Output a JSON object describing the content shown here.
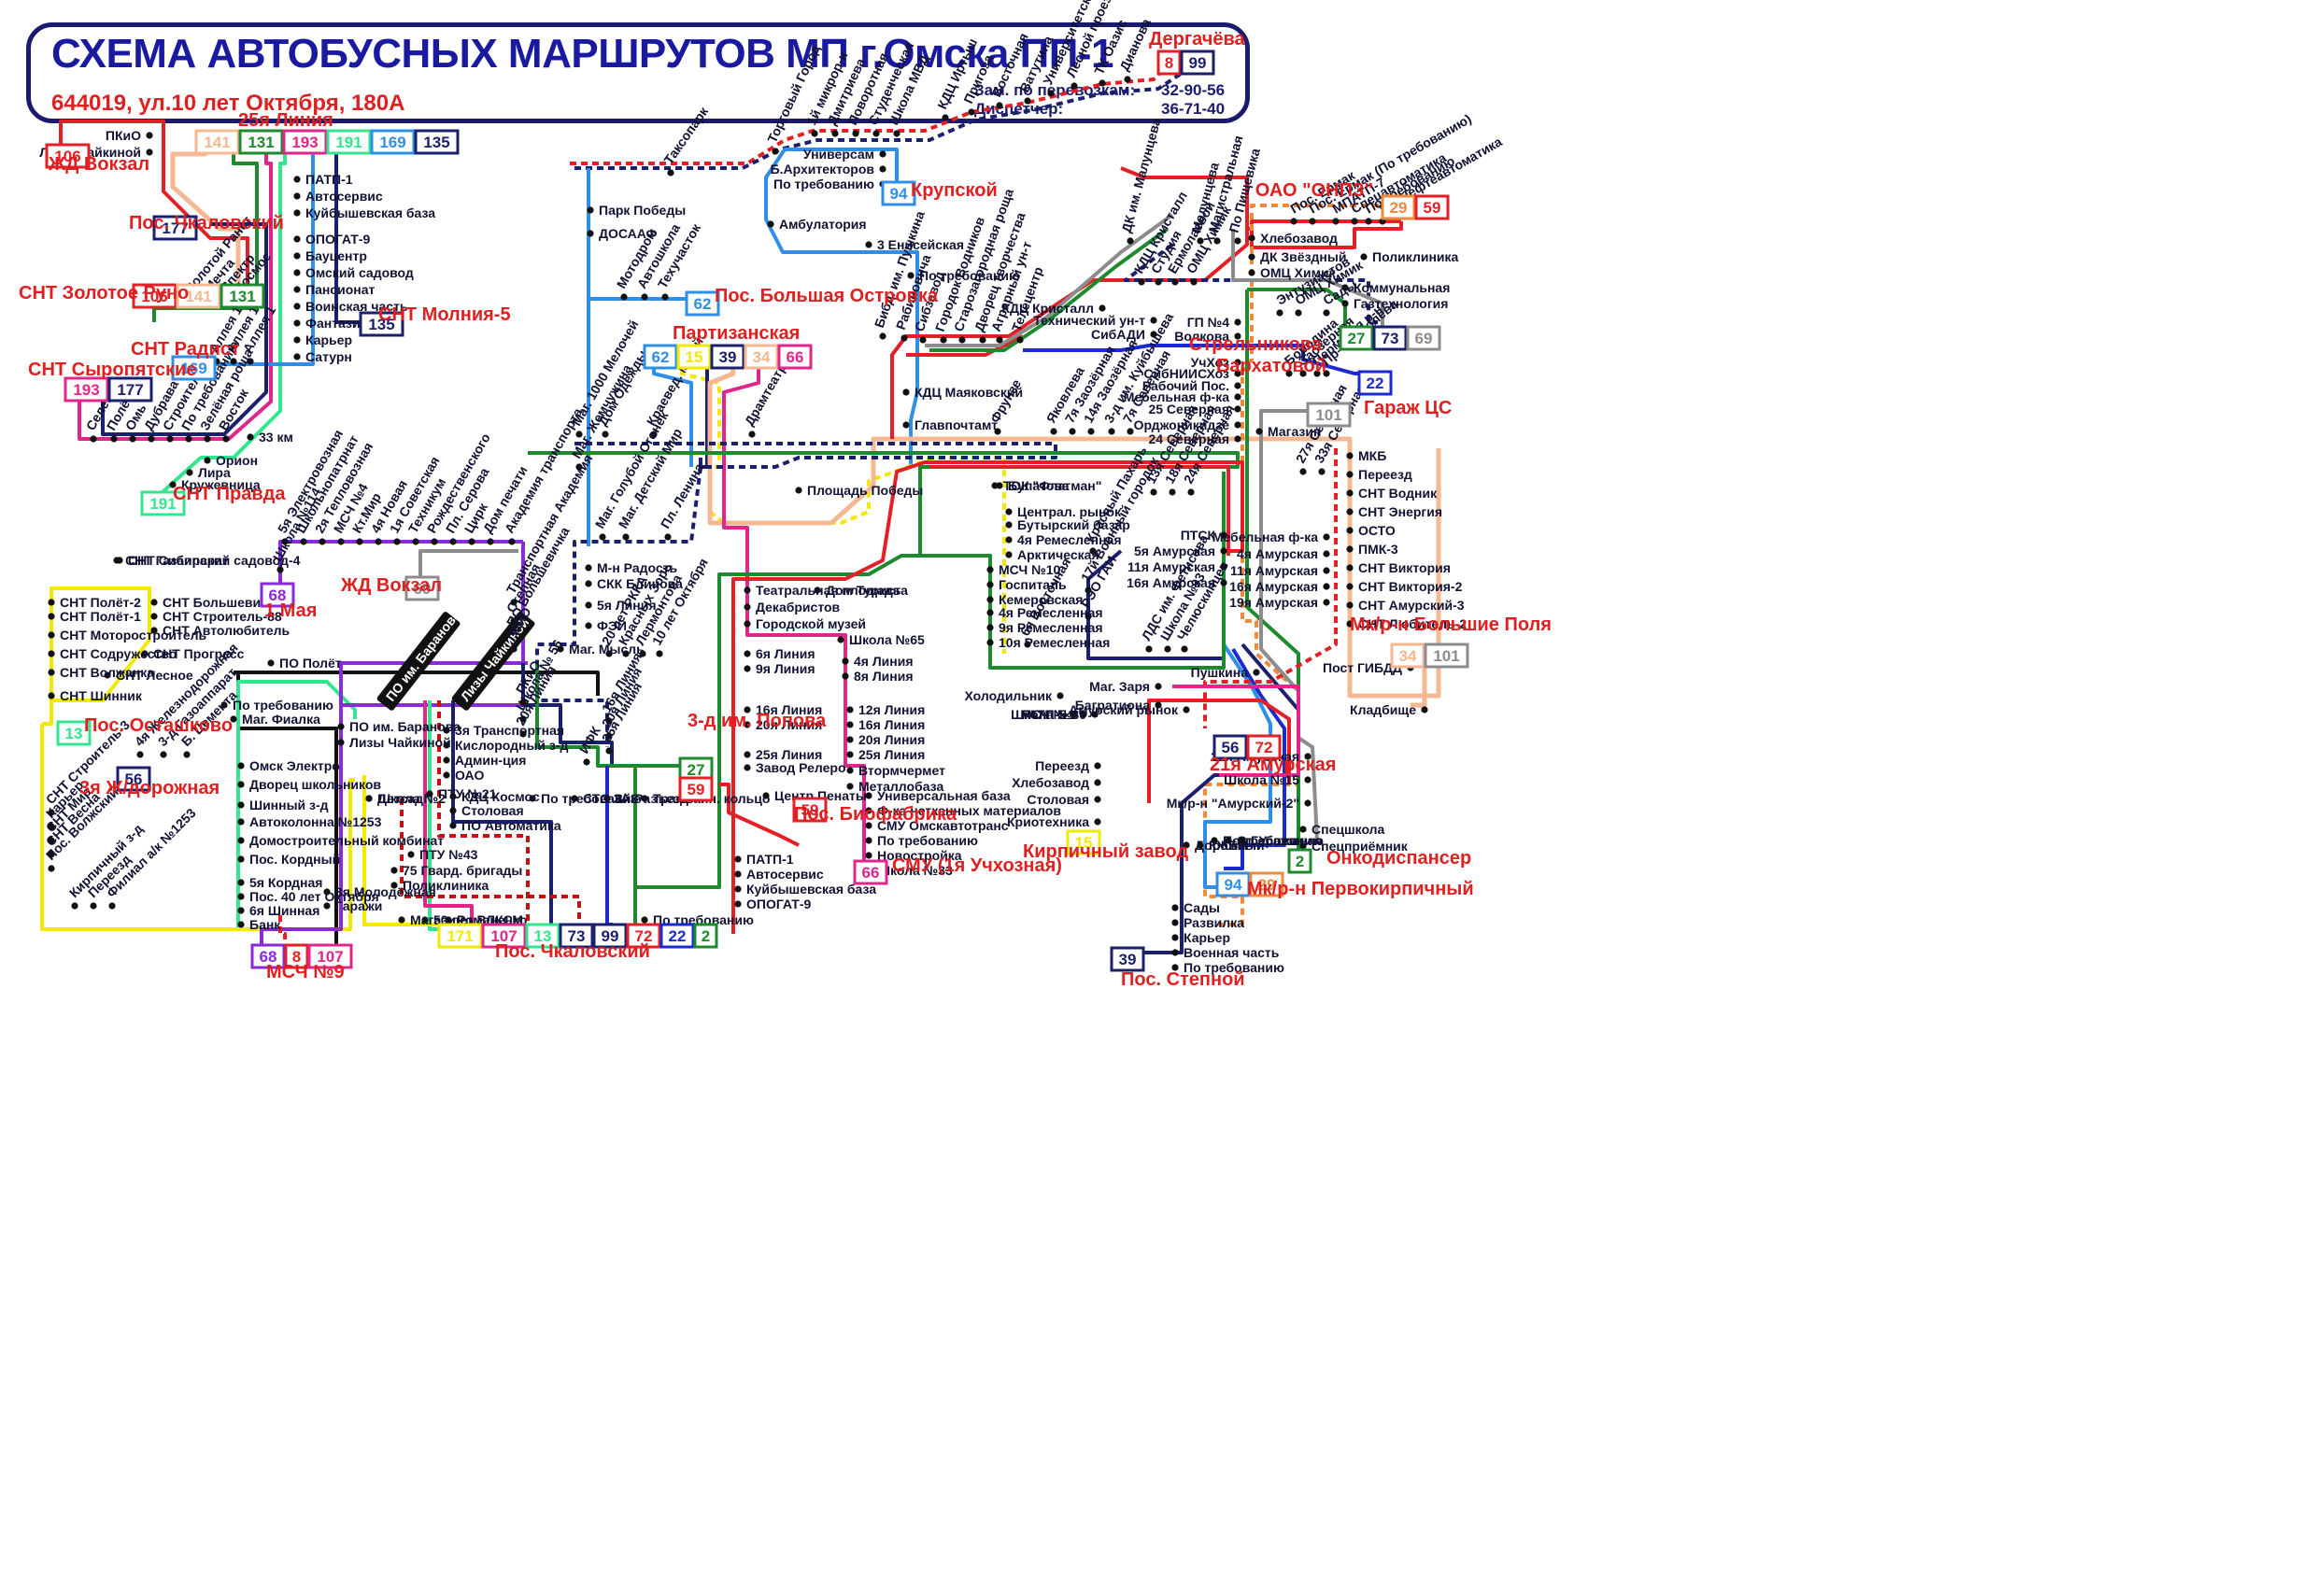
{
  "header": {
    "title": "СХЕМА АВТОБУСНЫХ МАРШРУТОВ МП г.Омска ПП-1",
    "address": "644019, ул.10 лет Октября, 180А",
    "phone1_label": "Зам. по перевозкам:",
    "phone1_value": "32-90-56",
    "phone2_label": "Диспетчер:",
    "phone2_value": "36-71-40"
  },
  "colors": {
    "red": "#e41f26",
    "navy": "#1a1f6e",
    "green": "#1e8a2e",
    "blue": "#1a2ad0",
    "sky": "#2f8fe8",
    "pink": "#e0268a",
    "mint": "#32e68e",
    "peach": "#f5b892",
    "gray": "#8c8c8c",
    "purple": "#8a2ad8",
    "yellow": "#f2e800",
    "orange": "#f08a3a",
    "dkred": "#c41010",
    "black": "#111111",
    "cyan": "#1ab5e8"
  },
  "terminals": [
    {
      "label": "ЖД Вокзал",
      "routes": [
        {
          "num": "106",
          "color": "red"
        }
      ]
    },
    {
      "label": "25я Линия",
      "routes": [
        {
          "num": "141",
          "color": "peach"
        },
        {
          "num": "131",
          "color": "green"
        },
        {
          "num": "193",
          "color": "pink"
        },
        {
          "num": "191",
          "color": "mint"
        },
        {
          "num": "169",
          "color": "sky"
        },
        {
          "num": "135",
          "color": "navy"
        }
      ]
    },
    {
      "label": "Пос. Чкаловский",
      "routes": [
        {
          "num": "177",
          "color": "navy"
        }
      ]
    },
    {
      "label": "СНТ Золотое Руно",
      "routes": [
        {
          "num": "106",
          "color": "red"
        },
        {
          "num": "141",
          "color": "peach"
        },
        {
          "num": "131",
          "color": "green"
        }
      ]
    },
    {
      "label": "СНТ Молния-5",
      "routes": [
        {
          "num": "135",
          "color": "navy"
        }
      ]
    },
    {
      "label": "СНТ Радист",
      "routes": [
        {
          "num": "169",
          "color": "sky"
        }
      ]
    },
    {
      "label": "СНТ Сыропятские",
      "routes": [
        {
          "num": "193",
          "color": "pink"
        },
        {
          "num": "177",
          "color": "navy"
        }
      ]
    },
    {
      "label": "СНТ Правда",
      "routes": [
        {
          "num": "191",
          "color": "mint"
        }
      ]
    },
    {
      "label": "Дергачёва",
      "routes": [
        {
          "num": "8",
          "color": "red"
        },
        {
          "num": "99",
          "color": "navy"
        }
      ]
    },
    {
      "label": "Крупской",
      "routes": [
        {
          "num": "94",
          "color": "sky"
        }
      ]
    },
    {
      "label": "ОАО \"ОНПЗ\"",
      "routes": [
        {
          "num": "29",
          "color": "orange"
        },
        {
          "num": "59",
          "color": "red"
        }
      ]
    },
    {
      "label": "Пос. Большая Островка",
      "routes": [
        {
          "num": "62",
          "color": "sky"
        }
      ]
    },
    {
      "label": "Партизанская",
      "routes": [
        {
          "num": "62",
          "color": "sky"
        },
        {
          "num": "15",
          "color": "yellow"
        },
        {
          "num": "39",
          "color": "navy"
        },
        {
          "num": "34",
          "color": "peach"
        },
        {
          "num": "66",
          "color": "pink"
        }
      ]
    },
    {
      "label": "Стрельникова",
      "routes": [
        {
          "num": "27",
          "color": "green"
        },
        {
          "num": "73",
          "color": "navy"
        },
        {
          "num": "69",
          "color": "gray"
        }
      ]
    },
    {
      "label": "Бархатовой",
      "routes": [
        {
          "num": "22",
          "color": "blue"
        }
      ]
    },
    {
      "label": "Гараж ЦС",
      "routes": [
        {
          "num": "101",
          "color": "gray"
        }
      ]
    },
    {
      "label": "1 Мая",
      "routes": [
        {
          "num": "68",
          "color": "purple"
        }
      ]
    },
    {
      "label": "ЖД Вокзал",
      "routes": [
        {
          "num": "69",
          "color": "gray"
        }
      ]
    },
    {
      "label": "Пос. Осташково",
      "routes": [
        {
          "num": "13",
          "color": "mint"
        }
      ]
    },
    {
      "label": "3я Ж/дорожная",
      "routes": [
        {
          "num": "56",
          "color": "navy"
        }
      ]
    },
    {
      "label": "Мк/р-н Большие Поля",
      "routes": [
        {
          "num": "34",
          "color": "peach"
        },
        {
          "num": "101",
          "color": "gray"
        }
      ]
    },
    {
      "label": "3-д им. Попова",
      "routes": [
        {
          "num": "27",
          "color": "green"
        }
      ]
    },
    {
      "label": "Пос. Биофабрика",
      "routes": [
        {
          "num": "59",
          "color": "red"
        }
      ]
    },
    {
      "label": "",
      "routes": [
        {
          "num": "59",
          "color": "red"
        }
      ]
    },
    {
      "label": "СМУ (1я Учхозная)",
      "routes": [
        {
          "num": "66",
          "color": "pink"
        }
      ]
    },
    {
      "label": "21я Амурская",
      "routes": [
        {
          "num": "56",
          "color": "navy"
        },
        {
          "num": "72",
          "color": "red"
        }
      ]
    },
    {
      "label": "Кирпичный завод",
      "routes": [
        {
          "num": "15",
          "color": "yellow"
        }
      ]
    },
    {
      "label": "Онкодиспансер",
      "routes": [
        {
          "num": "2",
          "color": "green"
        }
      ]
    },
    {
      "label": "Мк/р-н Первокирпичный",
      "routes": [
        {
          "num": "94",
          "color": "sky"
        },
        {
          "num": "29",
          "color": "orange"
        }
      ]
    },
    {
      "label": "Пос. Степной",
      "routes": [
        {
          "num": "39",
          "color": "navy"
        }
      ]
    },
    {
      "label": "Пос. Чкаловский",
      "routes": [
        {
          "num": "171",
          "color": "yellow"
        },
        {
          "num": "107",
          "color": "pink"
        },
        {
          "num": "13",
          "color": "mint"
        },
        {
          "num": "73",
          "color": "navy"
        },
        {
          "num": "99",
          "color": "navy"
        },
        {
          "num": "72",
          "color": "red"
        },
        {
          "num": "22",
          "color": "blue"
        },
        {
          "num": "2",
          "color": "green"
        }
      ]
    },
    {
      "label": "МСЧ №9",
      "routes": [
        {
          "num": "68",
          "color": "purple"
        },
        {
          "num": "8",
          "color": "red"
        },
        {
          "num": "107",
          "color": "pink"
        }
      ]
    }
  ],
  "stop_groups": {
    "nw_top": [
      "ПКиО",
      "Лизы Чайкиной"
    ],
    "nw_column": [
      "ПАТП-1",
      "Автосервис",
      "Куйбышевская база",
      "ОПОГАТ-9",
      "Бауцентр",
      "Омский садовод",
      "Пансионат",
      "Воинская часть",
      "Фантазия",
      "Карьер",
      "Сатурн"
    ],
    "nw_diag1": [
      "Золотой Ранет",
      "Мечта",
      "Спектр",
      "Космос"
    ],
    "nw_diag2": [
      "Аллея 15",
      "Аллея 10",
      "Аллея 1"
    ],
    "nw_diag3": [
      "Селена",
      "Полёт",
      "Омь",
      "Дубрава",
      "Строитель",
      "По требованию",
      "Зелёная роща",
      "Восток"
    ],
    "nw_tail": [
      "33 км",
      "Орион",
      "Лира",
      "Кружевница"
    ],
    "n_diag": [
      "Торговый Город",
      "1й микрор-н",
      "Дмитриева",
      "Поворотная",
      "Студенческая",
      "Школа МВД",
      "КДЦ Иртыш",
      "Пригоза",
      "Восточная",
      "Ватутина",
      "Университетская",
      "Лесной проезд",
      "ТК Оазис",
      "Дианова"
    ],
    "n_taksopark": [
      "Таксопарк"
    ],
    "n_krupskoy": [
      "Универсам",
      "Б.Архитекторов",
      "По требованию"
    ],
    "n_center": [
      "Парк Победы",
      "ДОСААФ",
      "Амбулатория",
      "3 Енисейская",
      "По требованию"
    ],
    "n_ostrovka": [
      "Мотодром",
      "Автошкола",
      "Техучасток"
    ],
    "c_diag": [
      "Дом Одежды",
      "Краевед. музей",
      "Драмтеатр",
      "Маг. 1000 Мелочей",
      "Маг. Жемчужина"
    ],
    "c_diag2": [
      "Маг. Голубой Огонёк",
      "Маг. Детский Мир",
      "Пл. Ленина"
    ],
    "c_col": [
      "М-н Радость",
      "СКК Блинова",
      "5я Линия",
      "ФЭИ",
      "Маг. Мысль"
    ],
    "c_east": [
      "КДЦ Маяковский",
      "Главпочтамт",
      "Площадь Победы"
    ],
    "ne_diag1": [
      "Бибд. им. Пушкина",
      "Рабиновича",
      "Сибзавод",
      "Городок Водников",
      "Старозагородная роща",
      "Дворец творчества",
      "Аграрный ун-т",
      "Телецентр"
    ],
    "ne_diag2": [
      "Фрунзе",
      "Яковлева",
      "7я Заозёрная",
      "14я Заозёрная",
      "3-д им. Куйбышева",
      "7я Северная"
    ],
    "ne_malunc": [
      "ДК им. Малунцева",
      "Малунцева",
      "Магистральная",
      "По Пищевика"
    ],
    "ne_kdc": [
      "КДЦ Кристалл",
      "Студия",
      "Ермолаевой",
      "ОМЦ Химик"
    ],
    "ne_north": [
      "Пос. Ермак",
      "Пос. Ермак (По требованию)",
      "МПАТП-7",
      "Спецавтоматика",
      "По требованию",
      "ПО Нефтеавтоматика"
    ],
    "ne_list": [
      "Хлебозавод",
      "Поликлиника",
      "ДК Звёздный",
      "ОМЦ Химик",
      "Коммунальная",
      "Газтехнология"
    ],
    "ne_sady": [
      "Энтузиастов",
      "ОМЦ Химик",
      "Сады"
    ],
    "e_col1": [
      "КДЦ Кристалл",
      "Технический ун-т",
      "СибАДИ",
      "ГП №4",
      "Волкова",
      "УчХоз",
      "СибНИИСХоз",
      "Рабочий Пос.",
      "Мебельная ф-ка",
      "25 Северная",
      "Орджоникидзе",
      "24 Северная"
    ],
    "e_barkh": [
      "Бородина",
      "Заозерная",
      "Пермская р-н",
      "Пр-т Королёва"
    ],
    "e_garazh": [
      "Магазин"
    ],
    "e_right": [
      "МКБ",
      "Переезд",
      "СНТ Водник",
      "СНТ Энергия",
      "ОСТО",
      "ПМК-3",
      "СНТ Виктория",
      "СНТ Виктория-2",
      "СНТ Амурский-3",
      "СНТ Любитель-2"
    ],
    "e_amur": [
      "Мебельная ф-ка",
      "4я Амурская",
      "11я Амурская",
      "16я Амурская",
      "19я Амурская",
      "Пост ГИБДД",
      "Кладбище"
    ],
    "e_sev": [
      "27я Северная",
      "33я Северная"
    ],
    "m_sev": [
      "13я Северная",
      "18я Северная",
      "24я Северная"
    ],
    "m_amur": [
      "ПТСК",
      "5я Амурская",
      "11я Амурская",
      "16я Амурская"
    ],
    "m_flagman": [
      "ТОК \"Флагман\"",
      "Булатова",
      "Централ. рынок",
      "Бутырский базар",
      "4я Ремесленная",
      "Арктическая",
      "МСЧ №10",
      "Госпиталь",
      "Кемеровская",
      "4я Ремесленная",
      "9я Ремесленная",
      "10я Ремесленная"
    ],
    "m_red": [
      "Красный Пахарь",
      "6я Восточная",
      "17й Военный городок",
      "РЭО ГАИ",
      "ЛДС им. Фетисова",
      "Школа №93",
      "Челюскинцев"
    ],
    "m_south": [
      "Холодильник",
      "ГАТП-5",
      "МСЧ №1",
      "Школа №30",
      "Переезд",
      "Хлебозавод",
      "Столовая",
      "Криотехника"
    ],
    "m_zarya": [
      "Маг. Заря",
      "Багратиона",
      "Амурский рынок",
      "Пушкина",
      "21я Амурская",
      "Школа №15",
      "Мк/р-н \"Амурский-2\""
    ],
    "s_east": [
      "Спецшкола",
      "Спецприёмник",
      "Гаражи",
      "Ст. Успешная",
      "По требованию",
      "КЖБИ",
      "Дорожный"
    ],
    "s_stepnoy": [
      "Сады",
      "Развилка",
      "Карьер",
      "Военная часть",
      "По требованию"
    ],
    "c_south": [
      "Театральная площадь",
      "Дом Туриста",
      "Декабристов",
      "Городской музей",
      "Школа №65",
      "6я Линия",
      "9я Линия",
      "4я Линия",
      "8я Линия",
      "16я Линия",
      "20я Линия",
      "12я Линия",
      "16я Линия",
      "20я Линия",
      "25я Линия",
      "25я Линия",
      "Втормчермет",
      "Завод Релеро",
      "Металлобаза"
    ],
    "c_south2": [
      "Центр Пенаты",
      "Универсальная база",
      "Ф-ка нетканных материалов",
      "СМУ Омскавтотранс",
      "По требованию",
      "Новостройка",
      "Школа №33",
      "ПАТП-1",
      "Автосервис",
      "Куйбышевская база",
      "ОПОГАТ-9",
      "По требованию"
    ],
    "c_mid": [
      "20 лет РККА",
      "Красных Зорь",
      "Лермонтова",
      "10 лет Октября",
      "ПКиО",
      "Школа № 56",
      "20я Линия",
      "16я Линия",
      "20я Линия",
      "25я Линия",
      "ИФК"
    ],
    "w_may": [
      "5я Электровозная",
      "Школьнопатрнат",
      "2я Тепловозная",
      "МСЧ №4",
      "Кт.Мир",
      "4я Новая",
      "1я Советская",
      "Техникум",
      "Рождественского",
      "Пл. Серова",
      "Цирк",
      "Дом печати",
      "Академия транспорта",
      "Школа №114",
      "Транспортная Академия",
      "Степная",
      "ПО Большевичка",
      "ПКиО"
    ],
    "w_sadovod": [
      "СНТ Сибирский садовод-4",
      "СНТ Газаппарат",
      "СНТ Полёт-2",
      "СНТ Полёт-1",
      "СНТ Моторостроитель",
      "СНТ Содружество",
      "СНТ Волжанка",
      "СНТ Большевичка",
      "СНТ Строитель-88",
      "СНТ Автолюбитель",
      "СНТ Прогресс",
      "СНТ Лесное",
      "СНТ Шинник",
      "ПО Полёт",
      "По требованию",
      "Маг. Фиалка"
    ],
    "w_zhd": [
      "Б. Цемента",
      "3-д Газоаппарат",
      "4я Железнодорожная",
      "СНТ Строитель-3",
      "Карьер",
      "СНТ Мир",
      "СНТ Весна",
      "Пос. Волжский",
      "Кирпичный з-д",
      "Переезд",
      "Филиал а/к №1253"
    ],
    "w_inner": [
      "ПО им. Баранова",
      "Лизы Чайкиной",
      "3я Транспортная",
      "Кислородный з-д",
      "Админ-ция",
      "ОАО",
      "Омск Электро",
      "Дворец школьников",
      "Шинный з-д",
      "Автоколонна №1253",
      "Домостроительный комбинат",
      "Пос. Кордный",
      "5я Кордная",
      "Пос. 40 лет Октября",
      "6я Шинная",
      "Банк",
      "3я Молодёжная",
      "Гаражи",
      "Детсад",
      "Школа №2",
      "ПТУ №21"
    ],
    "s_chkal": [
      "КДЦ Космос",
      "Столовая",
      "ПО Автоматика",
      "По требованию",
      "СТО 3АЗ",
      "3й Разъезд",
      "Трамвайн. кольцо",
      "ПТУ №43",
      "75 Гвард. бригады",
      "Поликлиника",
      "Магазин",
      "50 лет ВЛКСМ",
      "Романенко"
    ]
  }
}
